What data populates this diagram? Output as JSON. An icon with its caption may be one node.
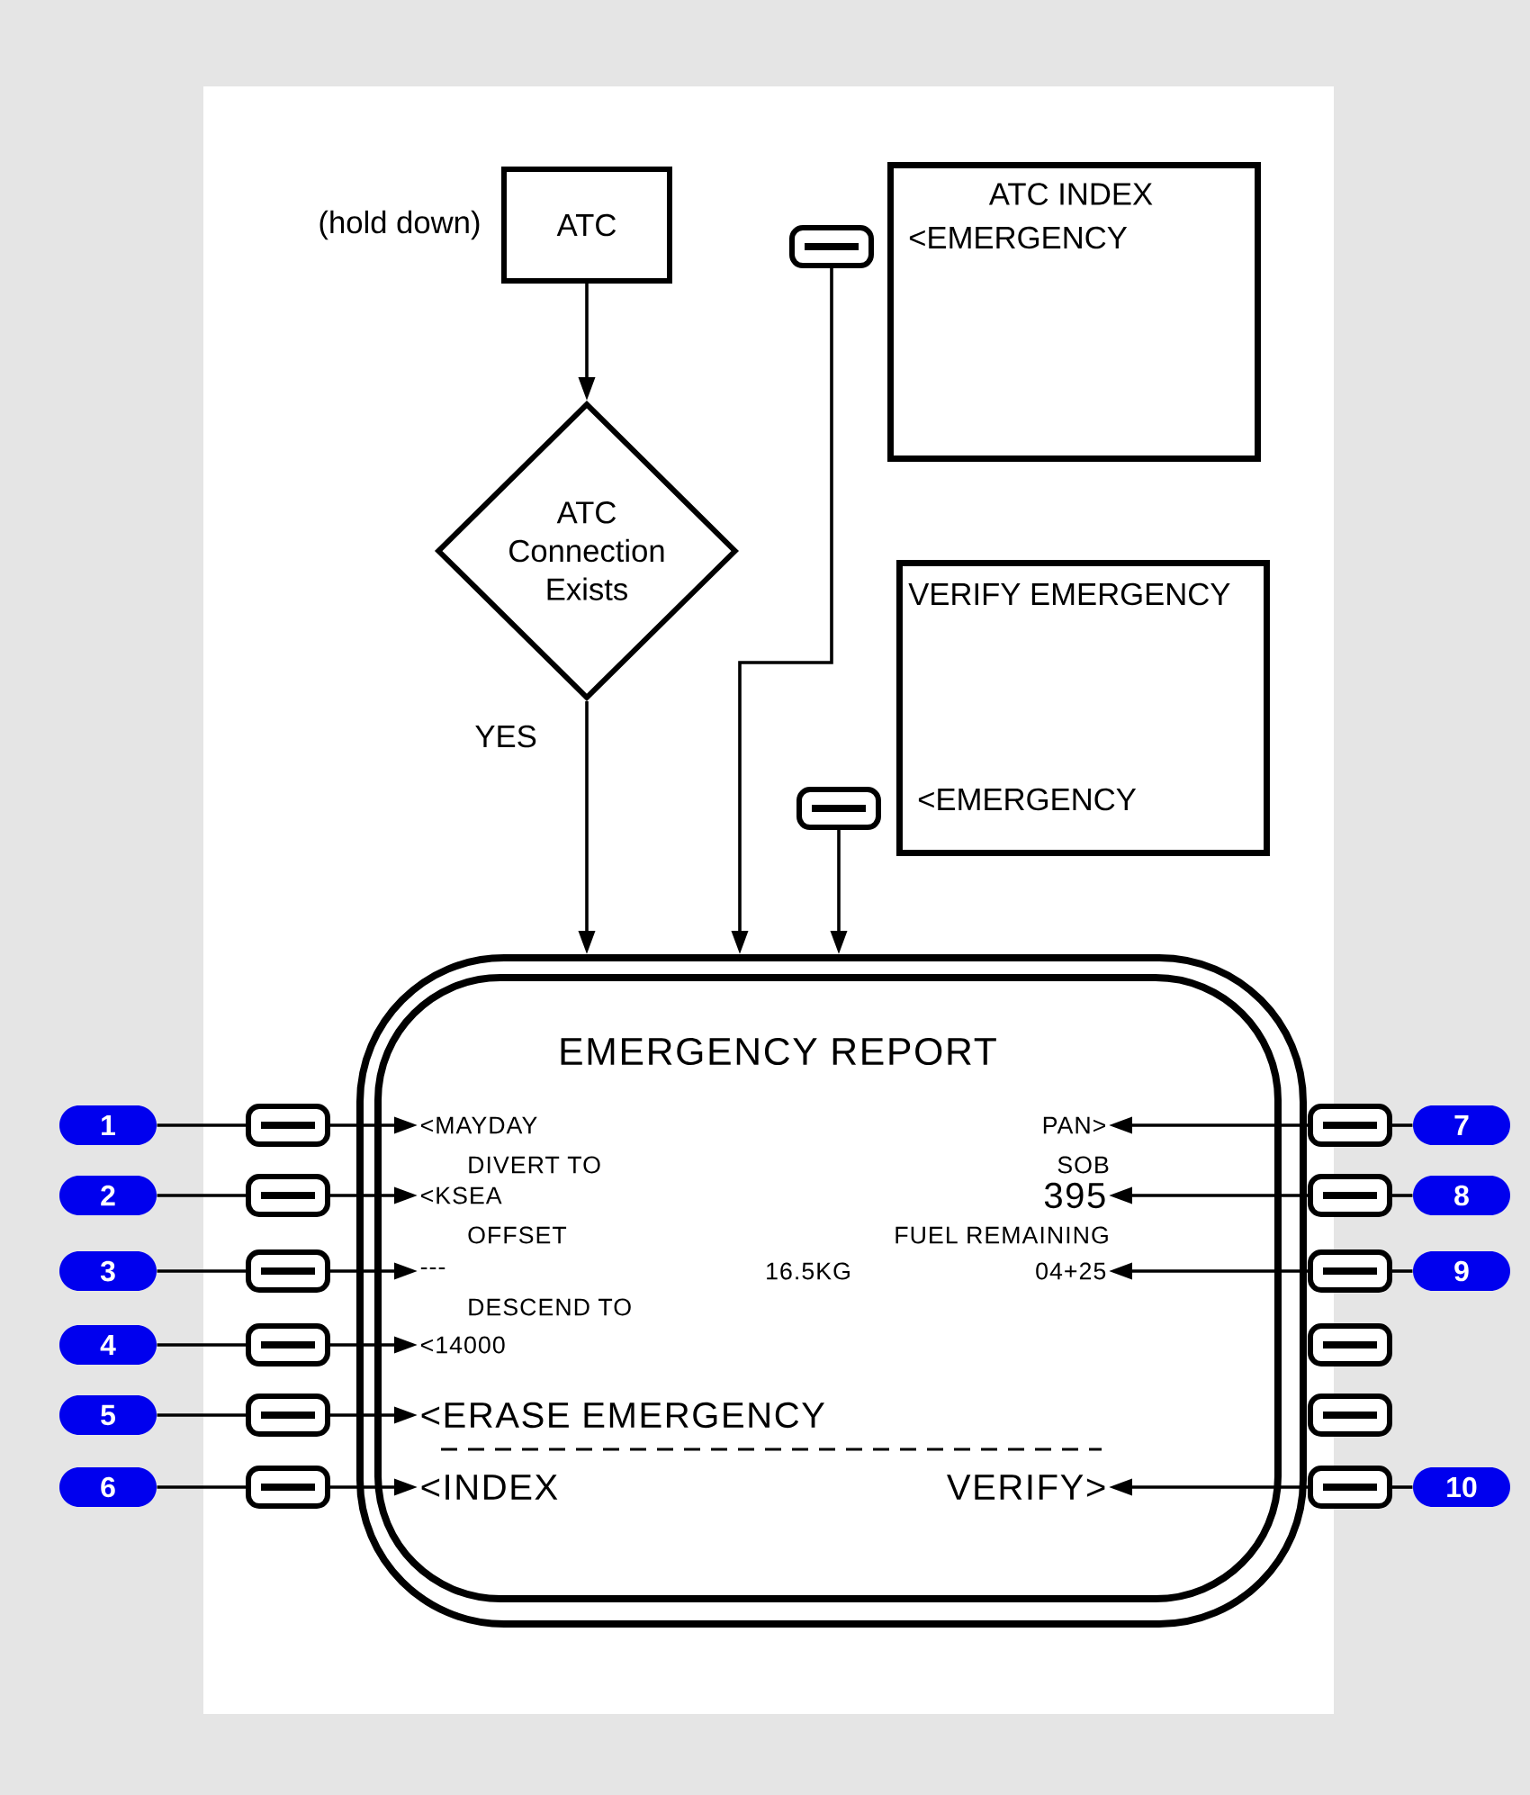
{
  "diagram": {
    "nodes": [
      {
        "text": [
          "ATC"
        ],
        "beside": [
          "(hold down)"
        ]
      },
      {
        "text": [
          "ATC Connection Exists"
        ]
      },
      {
        "text": [],
        "shape": "box"
      },
      {
        "text": [
          "ATC INDEX",
          "<EMERGENCY"
        ]
      },
      {
        "text": [
          "VERIFY EMERGENCY",
          "<EMERGENCY"
        ]
      },
      {
        "text": [],
        "shape": "box"
      },
      {
        "text": [
          "EMERGENCY REPORT"
        ]
      },
      {
        "text": [
          "1"
        ]
      },
      {
        "text": [
          "2"
        ]
      },
      {
        "text": [
          "3"
        ]
      },
      {
        "text": [
          "4"
        ]
      },
      {
        "text": [
          "5"
        ]
      },
      {
        "text": [
          "6"
        ]
      },
      {
        "text": [
          "7"
        ]
      },
      {
        "text": [
          "8"
        ]
      },
      {
        "text": [
          "9"
        ]
      },
      {
        "text": [
          "10"
        ]
      },
      {
        "text": [],
        "shape": "box"
      },
      {
        "text": [],
        "shape": "box"
      },
      {
        "text": [],
        "shape": "box"
      },
      {
        "text": [],
        "shape": "box"
      },
      {
        "text": [],
        "shape": "box"
      },
      {
        "text": [],
        "shape": "box"
      },
      {
        "text": [],
        "shape": "box"
      },
      {
        "text": [],
        "shape": "box"
      },
      {
        "text": [],
        "shape": "box"
      },
      {
        "text": [],
        "shape": "box"
      },
      {
        "text": [],
        "shape": "box"
      },
      {
        "text": [],
        "shape": "box"
      },
      {
        "text": [
          "<MAYDAY"
        ],
        "in": 6
      },
      {
        "text": [
          "<KSEA"
        ],
        "in": 6
      },
      {
        "text": [
          "---"
        ],
        "in": 6
      },
      {
        "text": [
          "<14000"
        ],
        "in": 6
      },
      {
        "text": [
          "<ERASE EMERGENCY"
        ],
        "in": 6
      },
      {
        "text": [
          "<INDEX"
        ],
        "in": 6
      },
      {
        "text": [
          "PAN>"
        ],
        "in": 6
      },
      {
        "text": [
          "395"
        ],
        "in": 6
      },
      {
        "text": [
          "04+25"
        ],
        "in": 6
      },
      {
        "text": [
          "VERIFY>"
        ],
        "in": 6
      }
    ],
    "edges": [
      {
        "from": 0,
        "to": 1,
        "arrow": "to"
      },
      {
        "from": 1,
        "to": 6,
        "arrow": "to",
        "label": "YES"
      },
      {
        "from": 2,
        "to": 6,
        "arrow": "to"
      },
      {
        "from": 5,
        "to": 6,
        "arrow": "to"
      },
      {
        "from": 7,
        "to": 17,
        "arrow": "none"
      },
      {
        "from": 17,
        "to": 29,
        "arrow": "to"
      },
      {
        "from": 8,
        "to": 18,
        "arrow": "none"
      },
      {
        "from": 18,
        "to": 30,
        "arrow": "to"
      },
      {
        "from": 9,
        "to": 19,
        "arrow": "none"
      },
      {
        "from": 19,
        "to": 31,
        "arrow": "to"
      },
      {
        "from": 10,
        "to": 20,
        "arrow": "none"
      },
      {
        "from": 20,
        "to": 32,
        "arrow": "to"
      },
      {
        "from": 11,
        "to": 21,
        "arrow": "none"
      },
      {
        "from": 21,
        "to": 33,
        "arrow": "to"
      },
      {
        "from": 12,
        "to": 22,
        "arrow": "none"
      },
      {
        "from": 22,
        "to": 34,
        "arrow": "to"
      },
      {
        "from": 13,
        "to": 23,
        "arrow": "none"
      },
      {
        "from": 23,
        "to": 35,
        "arrow": "to"
      },
      {
        "from": 14,
        "to": 24,
        "arrow": "none"
      },
      {
        "from": 24,
        "to": 36,
        "arrow": "to"
      },
      {
        "from": 15,
        "to": 25,
        "arrow": "none"
      },
      {
        "from": 25,
        "to": 37,
        "arrow": "to"
      },
      {
        "from": 16,
        "to": 28,
        "arrow": "none"
      },
      {
        "from": 28,
        "to": 38,
        "arrow": "to"
      }
    ],
    "labels": [
      "DIVERT TO",
      "SOB",
      "OFFSET",
      "FUEL REMAINING",
      "16.5KG",
      "DESCEND TO"
    ]
  }
}
